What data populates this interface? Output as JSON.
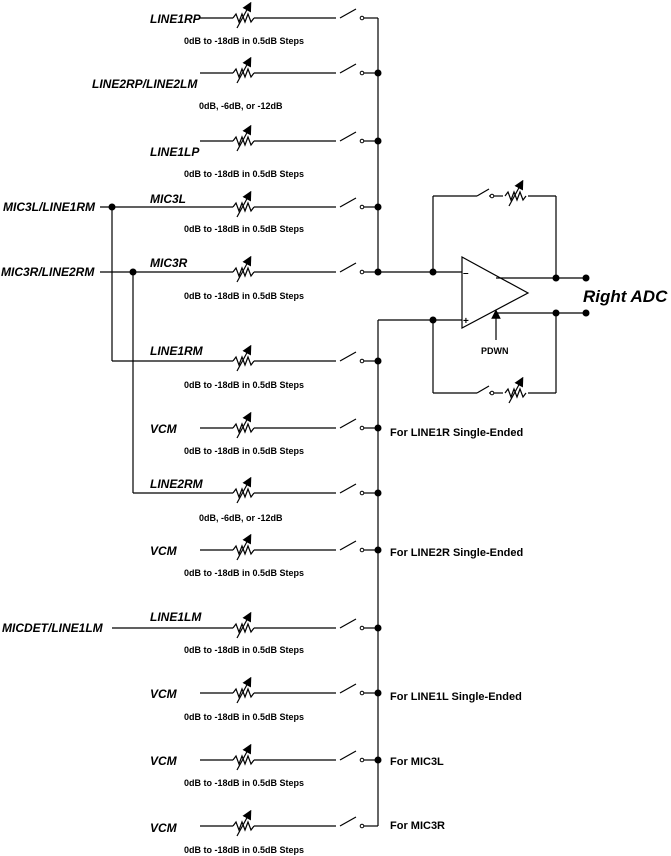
{
  "inputs": {
    "line1rp": "LINE1RP",
    "line2rp_line2lm": "LINE2RP/LINE2LM",
    "line1lp": "LINE1LP",
    "mic3l_line1rm": "MIC3L/LINE1RM",
    "mic3l": "MIC3L",
    "mic3r_line2rm": "MIC3R/LINE2RM",
    "mic3r": "MIC3R",
    "line1rm": "LINE1RM",
    "vcm_1": "VCM",
    "line2rm": "LINE2RM",
    "vcm_2": "VCM",
    "micdet_line1lm": "MICDET/LINE1LM",
    "line1lm": "LINE1LM",
    "vcm_3": "VCM",
    "vcm_4": "VCM",
    "vcm_5": "VCM"
  },
  "gains": {
    "g1": "0dB to -18dB in 0.5dB Steps",
    "g2": "0dB, -6dB, or -12dB",
    "g3": "0dB to -18dB in 0.5dB Steps",
    "g4": "0dB to -18dB in 0.5dB Steps",
    "g5": "0dB to -18dB in 0.5dB Steps",
    "g6": "0dB to -18dB in 0.5dB Steps",
    "g7": "0dB to -18dB in 0.5dB Steps",
    "g8": "0dB, -6dB, or -12dB",
    "g9": "0dB to -18dB in 0.5dB Steps",
    "g10": "0dB to -18dB in 0.5dB Steps",
    "g11": "0dB to -18dB in 0.5dB Steps",
    "g12": "0dB to -18dB in 0.5dB Steps",
    "g13": "0dB to -18dB in 0.5dB Steps"
  },
  "notes": {
    "line1r_single": "For LINE1R Single-Ended",
    "line2r_single": "For LINE2R Single-Ended",
    "line1l_single": "For LINE1L Single-Ended",
    "for_mic3l": "For MIC3L",
    "for_mic3r": "For MIC3R"
  },
  "amp": {
    "output": "Right ADC",
    "pdwn": "PDWN",
    "minus": "–",
    "plus": "+"
  }
}
